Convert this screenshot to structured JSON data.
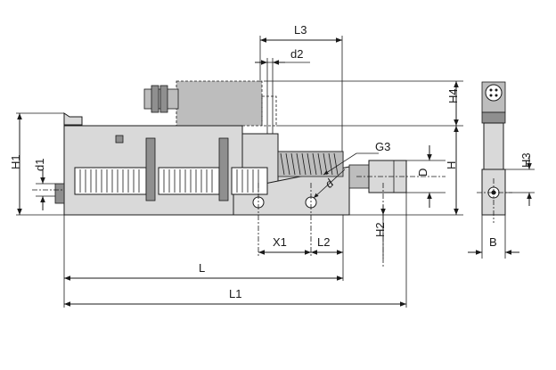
{
  "dimensions": {
    "L3": "L3",
    "d2": "d2",
    "H4": "H4",
    "G3": "G3",
    "H1": "H1",
    "d1": "d1",
    "D": "D",
    "H": "H",
    "d": "d",
    "H3": "H3",
    "X1": "X1",
    "L2": "L2",
    "H2": "H2",
    "B": "B",
    "L": "L",
    "L1": "L1"
  }
}
